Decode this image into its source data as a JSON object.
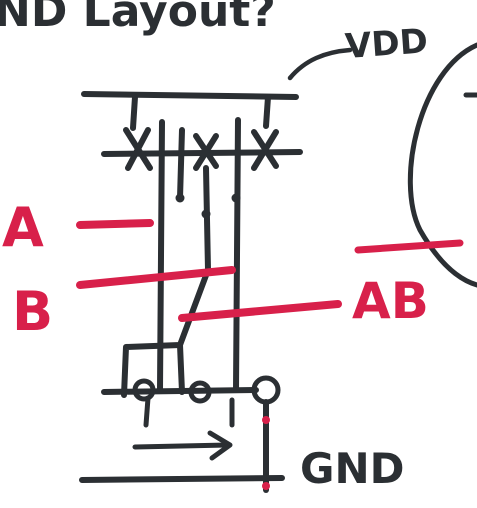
{
  "colors": {
    "ink": "#2b2f33",
    "accent": "#d8204a",
    "paper": "#ffffff"
  },
  "labels": {
    "title_fragment": "ND Layout?",
    "vdd": "VDD",
    "gnd": "GND",
    "input_a": "A",
    "input_b": "B",
    "output": "AB"
  }
}
